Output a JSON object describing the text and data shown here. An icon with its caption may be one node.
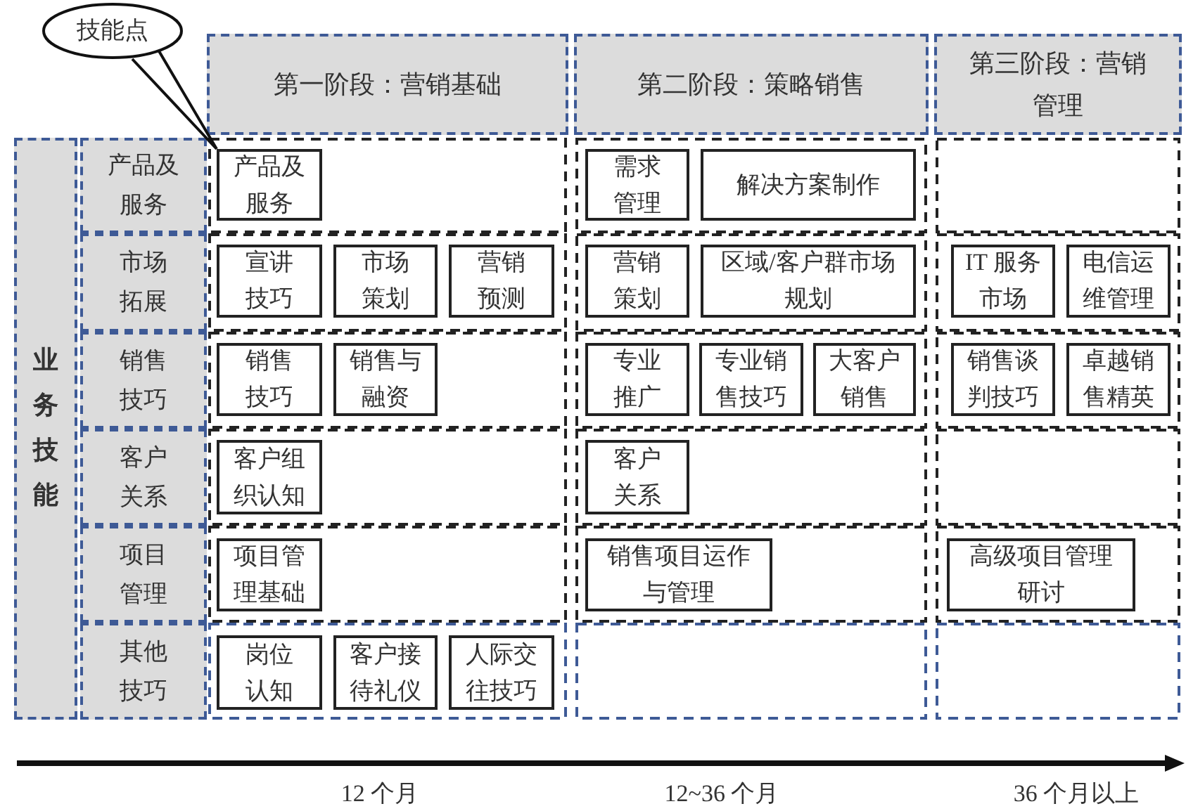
{
  "diagram": {
    "nodes": [
      {
        "text": [
          "技能点"
        ]
      },
      {
        "text": [
          "第一阶段：营销基础"
        ]
      },
      {
        "text": [
          "第二阶段：策略销售"
        ]
      },
      {
        "text": [
          "第三阶段：营销管理"
        ]
      },
      {
        "text": [
          "业务技能"
        ]
      },
      {
        "text": [
          "产品及服务"
        ]
      },
      {
        "text": [
          "市场拓展"
        ]
      },
      {
        "text": [
          "销售技巧"
        ]
      },
      {
        "text": [
          "客户关系"
        ]
      },
      {
        "text": [
          "项目管理"
        ]
      },
      {
        "text": [
          "其他技巧"
        ]
      },
      {
        "text": [
          "产品及服务"
        ]
      },
      {
        "text": [
          "需求管理"
        ]
      },
      {
        "text": [
          "解决方案制作"
        ]
      },
      {
        "text": [
          "宣讲技巧"
        ]
      },
      {
        "text": [
          "市场策划"
        ]
      },
      {
        "text": [
          "营销预测"
        ]
      },
      {
        "text": [
          "营销策划"
        ]
      },
      {
        "text": [
          "区域/客户群市场规划"
        ]
      },
      {
        "text": [
          "IT 服务市场"
        ]
      },
      {
        "text": [
          "电信运维管理"
        ]
      },
      {
        "text": [
          "销售技巧"
        ]
      },
      {
        "text": [
          "销售与融资"
        ]
      },
      {
        "text": [
          "专业推广"
        ]
      },
      {
        "text": [
          "专业销售技巧"
        ]
      },
      {
        "text": [
          "大客户销售"
        ]
      },
      {
        "text": [
          "销售谈判技巧"
        ]
      },
      {
        "text": [
          "卓越销售精英"
        ]
      },
      {
        "text": [
          "客户组织认知"
        ]
      },
      {
        "text": [
          "客户关系"
        ]
      },
      {
        "text": [
          "项目管理基础"
        ]
      },
      {
        "text": [
          "销售项目运作与管理"
        ]
      },
      {
        "text": [
          "高级项目管理研讨"
        ]
      },
      {
        "text": [
          "岗位认知"
        ]
      },
      {
        "text": [
          "客户接待礼仪"
        ]
      },
      {
        "text": [
          "人际交往技巧"
        ]
      }
    ],
    "edges": [
      {
        "from": 0,
        "to": 11,
        "arrow": "none"
      }
    ],
    "labels": [
      "12 个月",
      "12~36 个月",
      "36 个月以上"
    ]
  }
}
